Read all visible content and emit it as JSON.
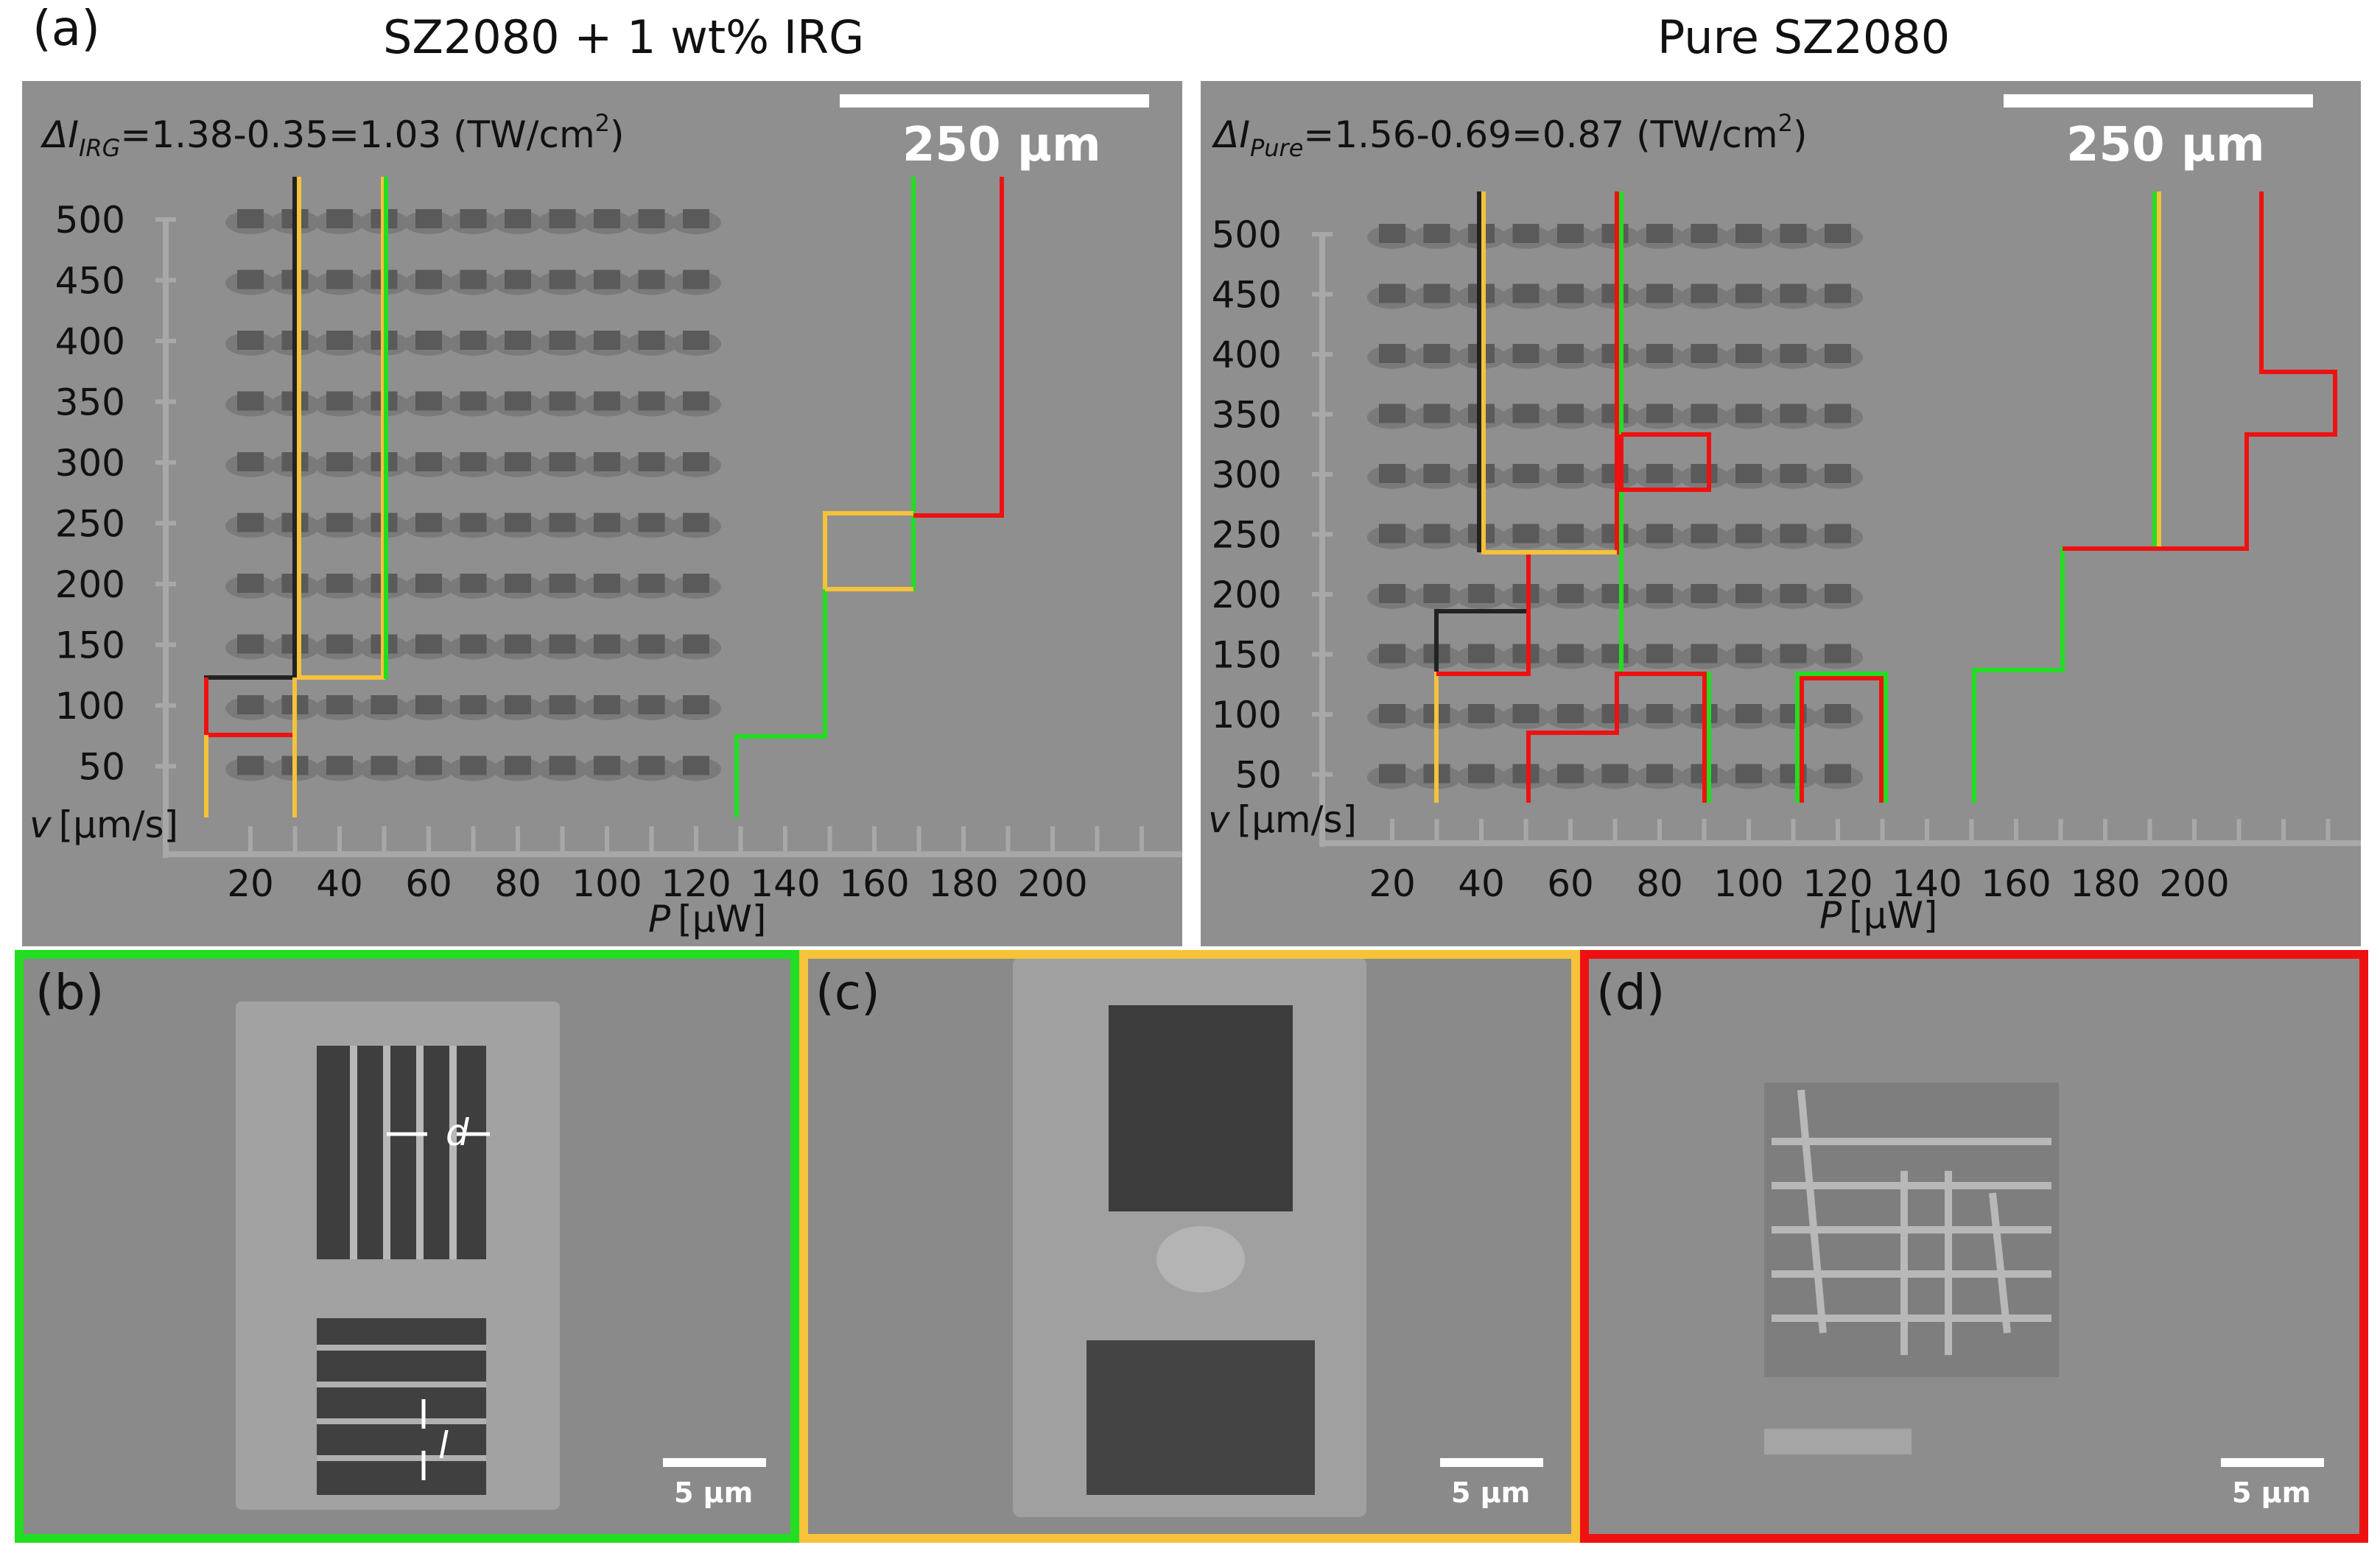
{
  "figure": {
    "label_a": "(a)",
    "title_left": "SZ2080 + 1 wt% IRG",
    "title_right": "Pure SZ2080",
    "left_panel": {
      "delta_symbol": "ΔI",
      "delta_sub": "IRG",
      "delta_value": "=1.38-0.35=1.03 (TW/cm",
      "delta_sup": "2",
      "delta_close": ")",
      "scale_bar": "250 µm",
      "y_ticks": [
        "500",
        "450",
        "400",
        "350",
        "300",
        "250",
        "200",
        "150",
        "100",
        "50"
      ],
      "y_label": "v [µm/s]",
      "x_ticks": [
        "20",
        "40",
        "60",
        "80",
        "100",
        "120",
        "140",
        "160",
        "180",
        "200"
      ],
      "x_label": "P [µW]"
    },
    "right_panel": {
      "delta_symbol": "ΔI",
      "delta_sub": "Pure",
      "delta_value": "=1.56-0.69=0.87 (TW/cm",
      "delta_sup": "2",
      "delta_close": ")",
      "scale_bar": "250 µm",
      "y_ticks": [
        "500",
        "450",
        "400",
        "350",
        "300",
        "250",
        "200",
        "150",
        "100",
        "50"
      ],
      "y_label": "v [µm/s]",
      "x_ticks": [
        "20",
        "40",
        "60",
        "80",
        "100",
        "120",
        "140",
        "160",
        "180",
        "200"
      ],
      "x_label": "P [µW]"
    },
    "panel_b": {
      "label": "(b)",
      "scale_bar": "5 µm",
      "dim_d": "d",
      "dim_l": "l",
      "border_color": "#22dd22"
    },
    "panel_c": {
      "label": "(c)",
      "scale_bar": "5 µm",
      "border_color": "#f5c23a"
    },
    "panel_d": {
      "label": "(d)",
      "scale_bar": "5 µm",
      "border_color": "#ee1111"
    },
    "colors": {
      "sem_bg": "#8f8f8f",
      "green": "#22dd22",
      "yellow": "#f5c23a",
      "red": "#ee1111"
    }
  }
}
